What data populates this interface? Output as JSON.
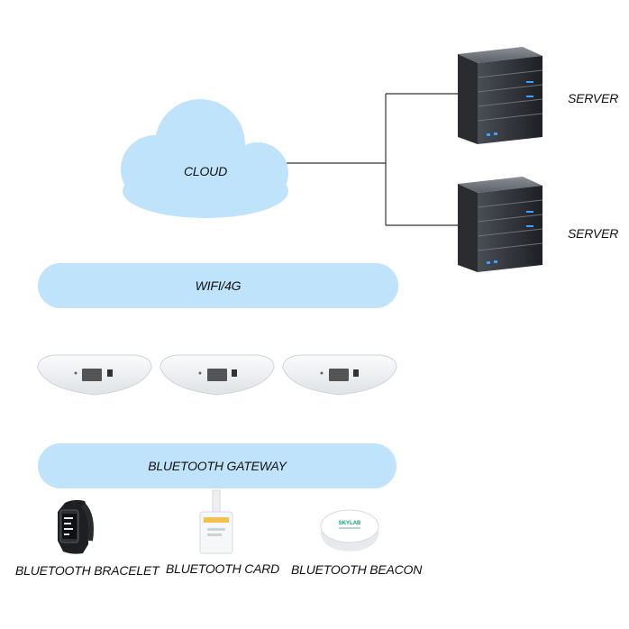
{
  "cloud": {
    "label": "CLOUD"
  },
  "servers": [
    {
      "label": "SERVER"
    },
    {
      "label": "SERVER"
    }
  ],
  "network_bar": {
    "label": "WIFI/4G"
  },
  "gateway_bar": {
    "label": "BLUETOOTH GATEWAY"
  },
  "devices": [
    {
      "label": "BLUETOOTH BRACELET"
    },
    {
      "label": "BLUETOOTH CARD"
    },
    {
      "label": "BLUETOOTH BEACON",
      "brand": "SKYLAB"
    }
  ],
  "colors": {
    "cloud": "#bfe3fb",
    "bar": "#bfe3fb",
    "server_body": "#2b2e33",
    "led": "#3aa3ff"
  }
}
